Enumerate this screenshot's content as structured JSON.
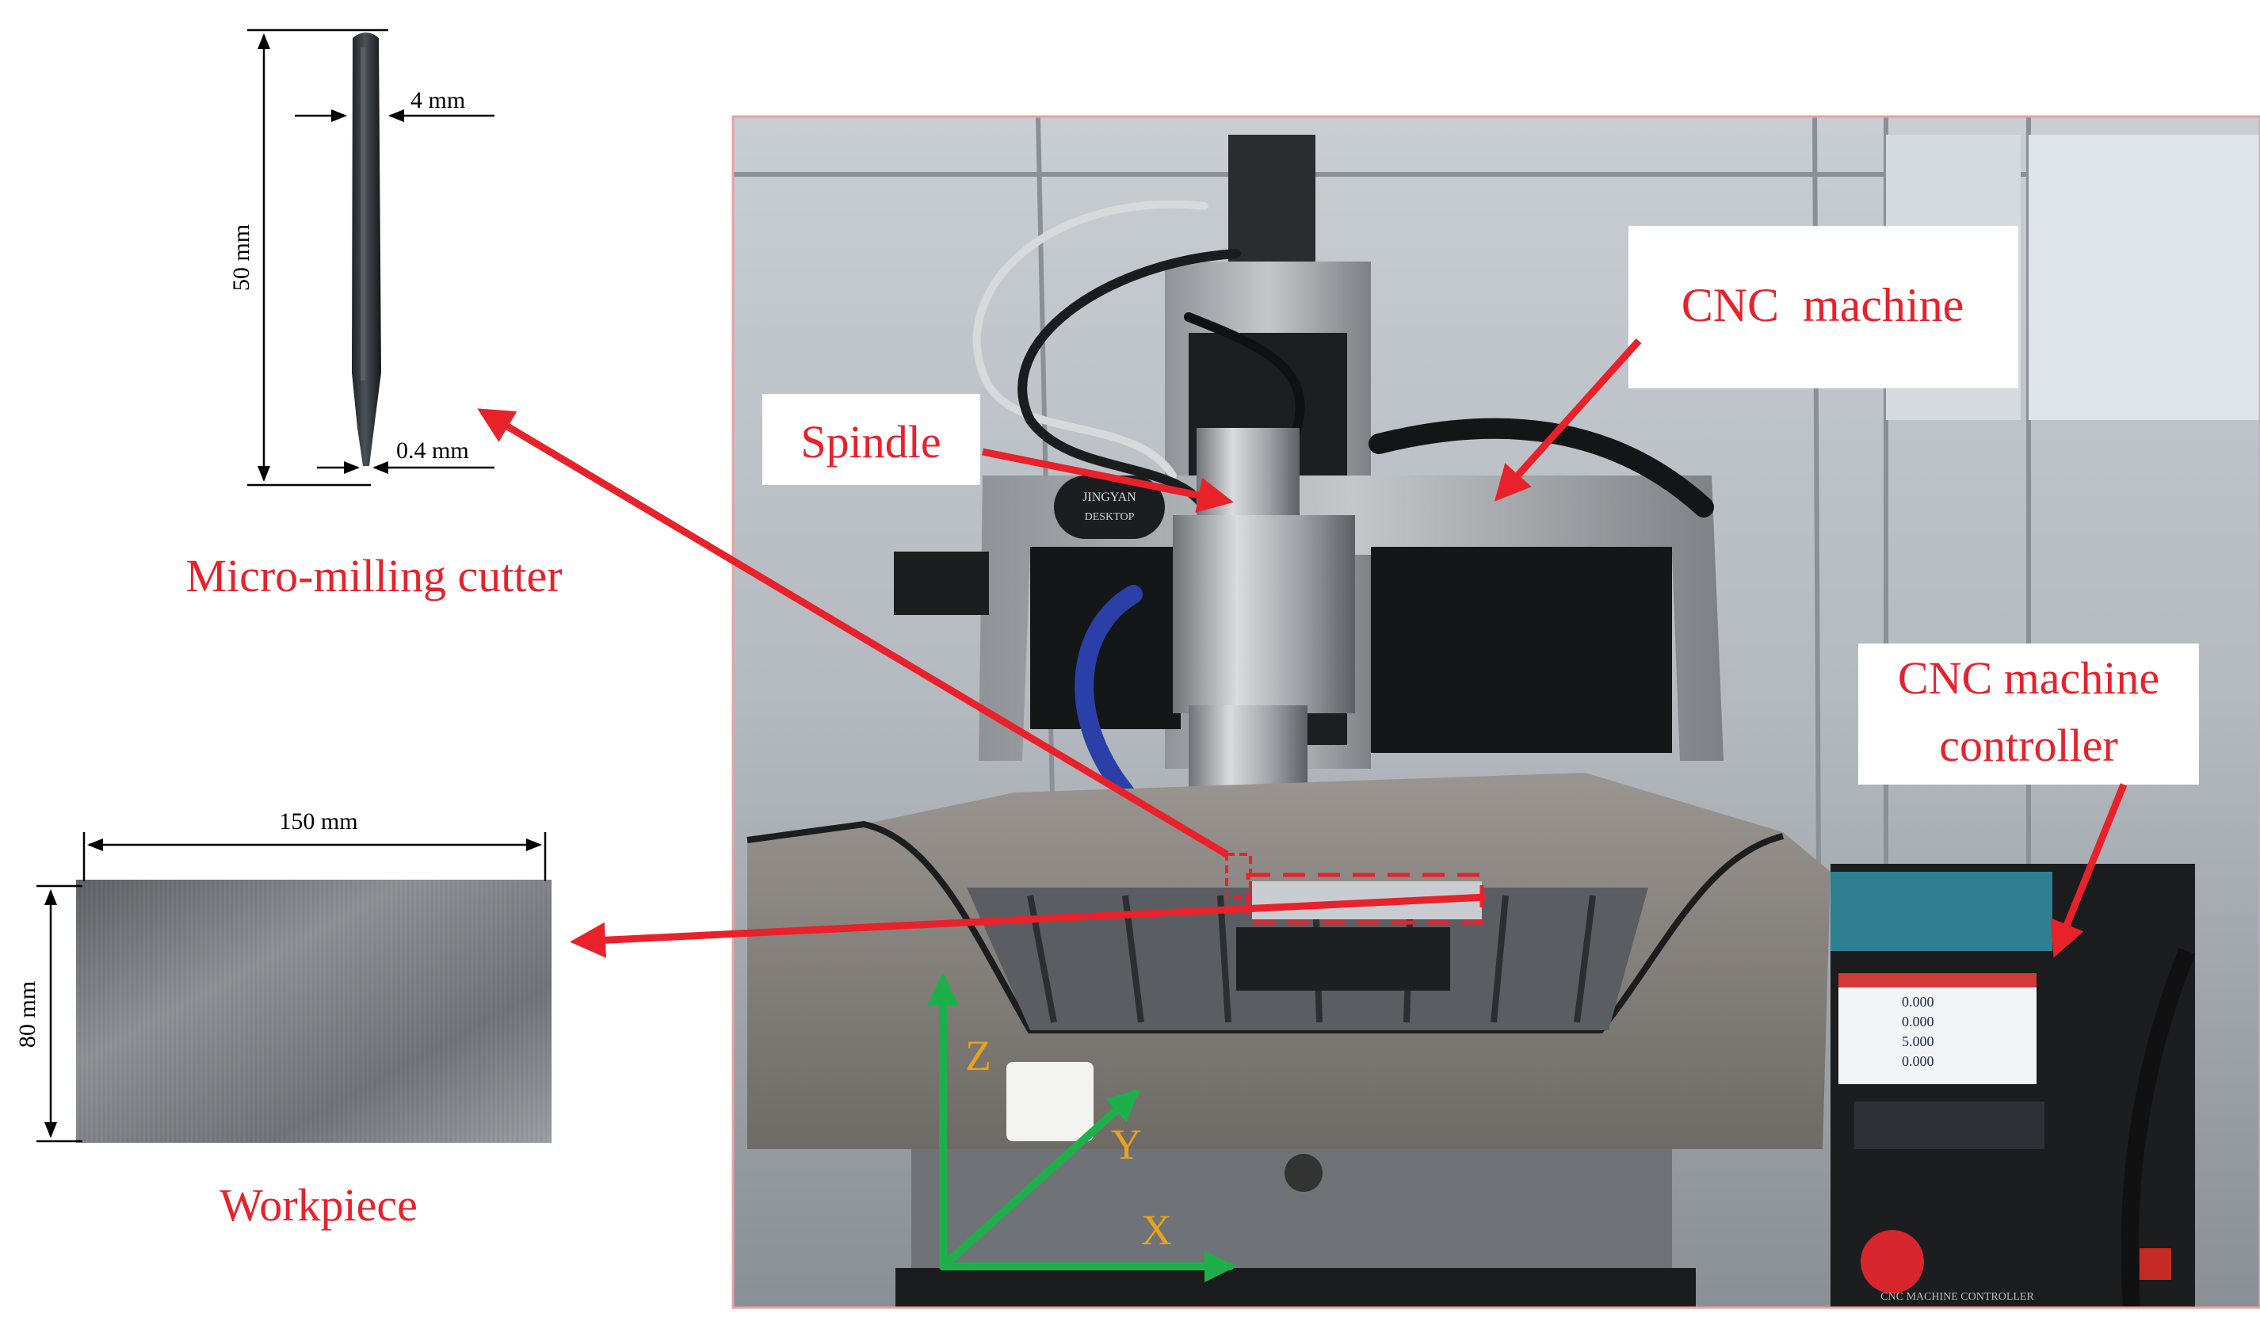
{
  "labels": {
    "cutter_caption": "Micro-milling cutter",
    "workpiece_caption": "Workpiece",
    "spindle": "Spindle",
    "cnc_machine": "CNC  machine",
    "controller_line1": "CNC machine",
    "controller_line2": "controller"
  },
  "dimensions": {
    "cutter_length": "50 mm",
    "cutter_shank_diameter": "4 mm",
    "cutter_tip_diameter": "0.4 mm",
    "workpiece_width": "150 mm",
    "workpiece_height": "80 mm"
  },
  "axes": {
    "x": "X",
    "y": "Y",
    "z": "Z"
  },
  "photo_text": {
    "brand_badge": "JINGYAN",
    "badge_sub": "DESKTOP",
    "controller_panel": "CNC MACHINE CONTROLLER",
    "controller_readouts": [
      "0.000",
      "0.000",
      "5.000",
      "0.000"
    ]
  },
  "colors": {
    "annotation_red": "#e8212b",
    "axis_green": "#1db04a",
    "axis_label_yellow": "#e9a31a",
    "dimension_black": "#000000"
  }
}
